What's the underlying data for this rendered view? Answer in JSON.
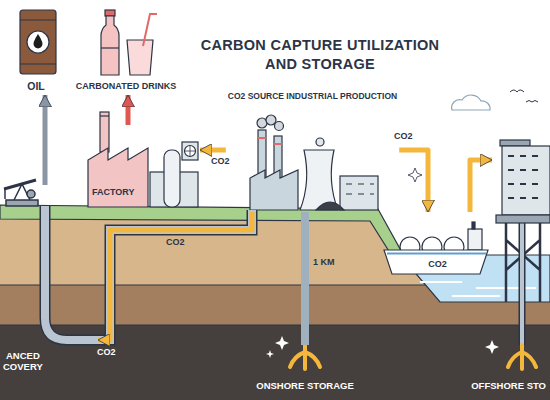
{
  "diagram": {
    "title": "CARBON CAPTURE UTILIZATION AND STORAGE",
    "nodes": [
      {
        "text": [
          "OIL"
        ]
      },
      {
        "text": [
          "CARBONATED DRINKS"
        ]
      },
      {
        "text": [
          "FACTORY"
        ]
      },
      {
        "text": [
          "CO2 SOURCE INDUSTRIAL PRODUCTION"
        ]
      },
      {
        "text": [
          "CO2"
        ]
      },
      {
        "text": [
          "ONSHORE STORAGE"
        ]
      },
      {
        "text": [
          "OFFSHORE STO"
        ]
      },
      {
        "text": [
          "ANCED COVERY"
        ]
      }
    ],
    "edges": [
      {
        "from": 3,
        "to": 2,
        "label": "CO2",
        "arrow": "to"
      },
      {
        "from": 3,
        "to": 4,
        "label": "CO2",
        "arrow": "to"
      },
      {
        "from": 4,
        "to": 6,
        "arrow": "to"
      },
      {
        "from": 3,
        "to": 7,
        "label": "CO2",
        "arrow": "to"
      },
      {
        "from": 3,
        "to": 5,
        "arrow": "none"
      },
      {
        "from": 2,
        "to": 1,
        "arrow": "to"
      },
      {
        "from": 7,
        "to": 0,
        "arrow": "to"
      }
    ],
    "labels": [
      "CO2",
      "1 KM"
    ]
  }
}
